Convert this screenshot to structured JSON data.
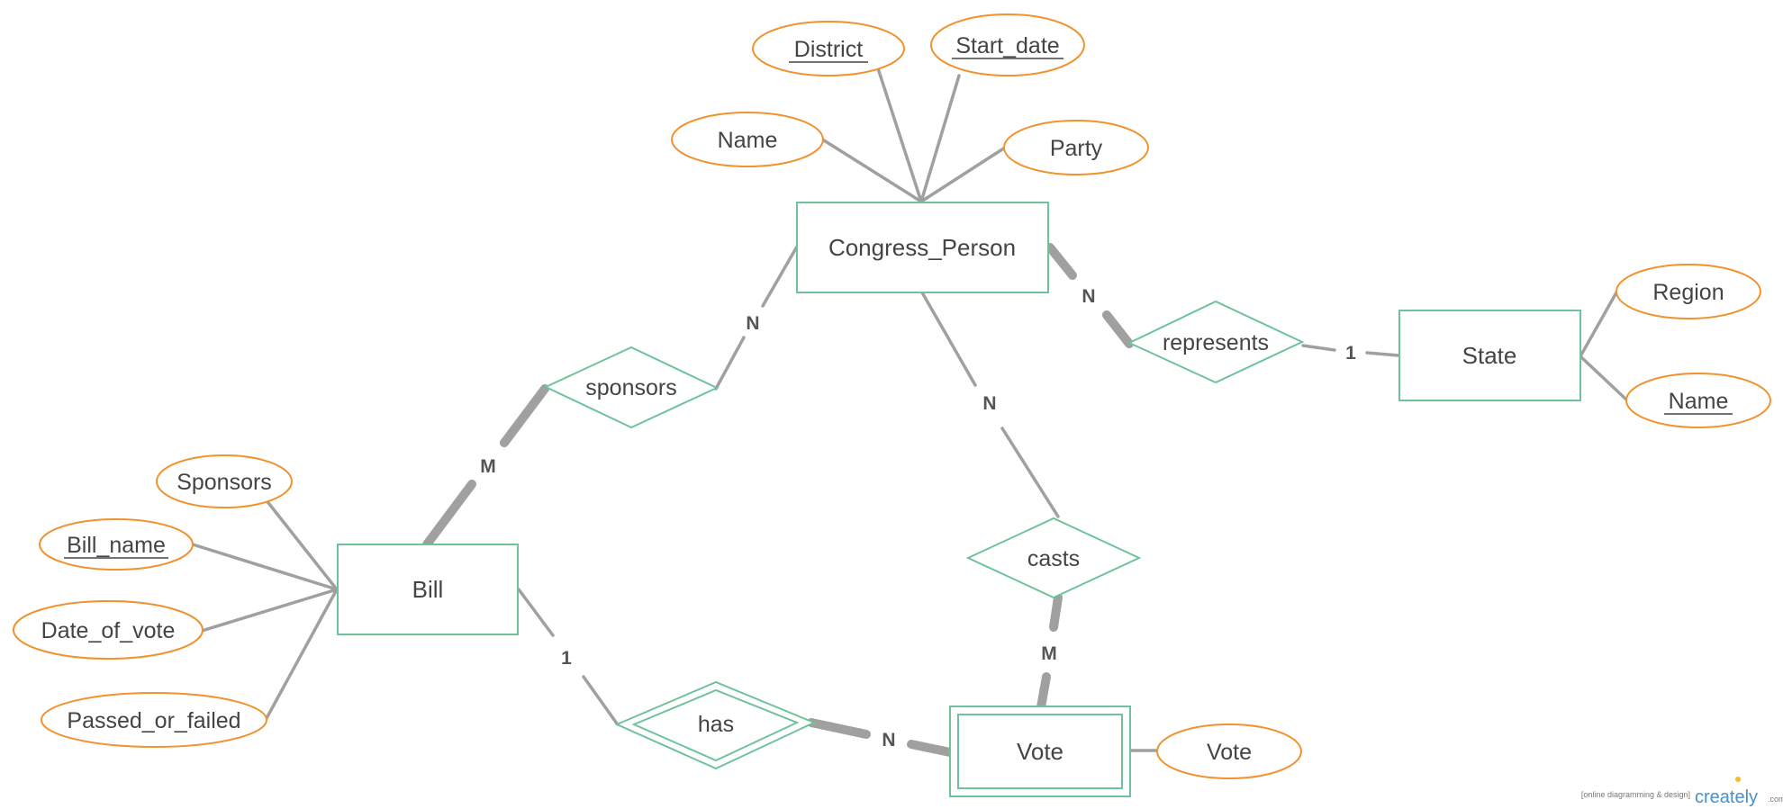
{
  "diagram": {
    "entities": {
      "congress_person": "Congress_Person",
      "state": "State",
      "bill": "Bill",
      "vote": "Vote"
    },
    "relationships": {
      "sponsors": "sponsors",
      "represents": "represents",
      "casts": "casts",
      "has": "has"
    },
    "attributes": {
      "district": "District",
      "start_date": "Start_date",
      "cp_name": "Name",
      "party": "Party",
      "region": "Region",
      "state_name": "Name",
      "sponsors_attr": "Sponsors",
      "bill_name": "Bill_name",
      "date_of_vote": "Date_of_vote",
      "passed_or_failed": "Passed_or_failed",
      "vote_attr": "Vote"
    },
    "cardinalities": {
      "cp_sponsors": "N",
      "bill_sponsors": "M",
      "cp_represents": "N",
      "state_represents": "1",
      "cp_casts": "N",
      "vote_casts": "M",
      "bill_has": "1",
      "vote_has": "N"
    }
  },
  "watermark": {
    "tagline": "[online diagramming & design]",
    "brand": "creately",
    "domain": ".com"
  },
  "colors": {
    "entity_stroke": "#6fc39a",
    "attribute_stroke": "#f0922e",
    "line": "#a0a0a0",
    "text": "#444444"
  }
}
